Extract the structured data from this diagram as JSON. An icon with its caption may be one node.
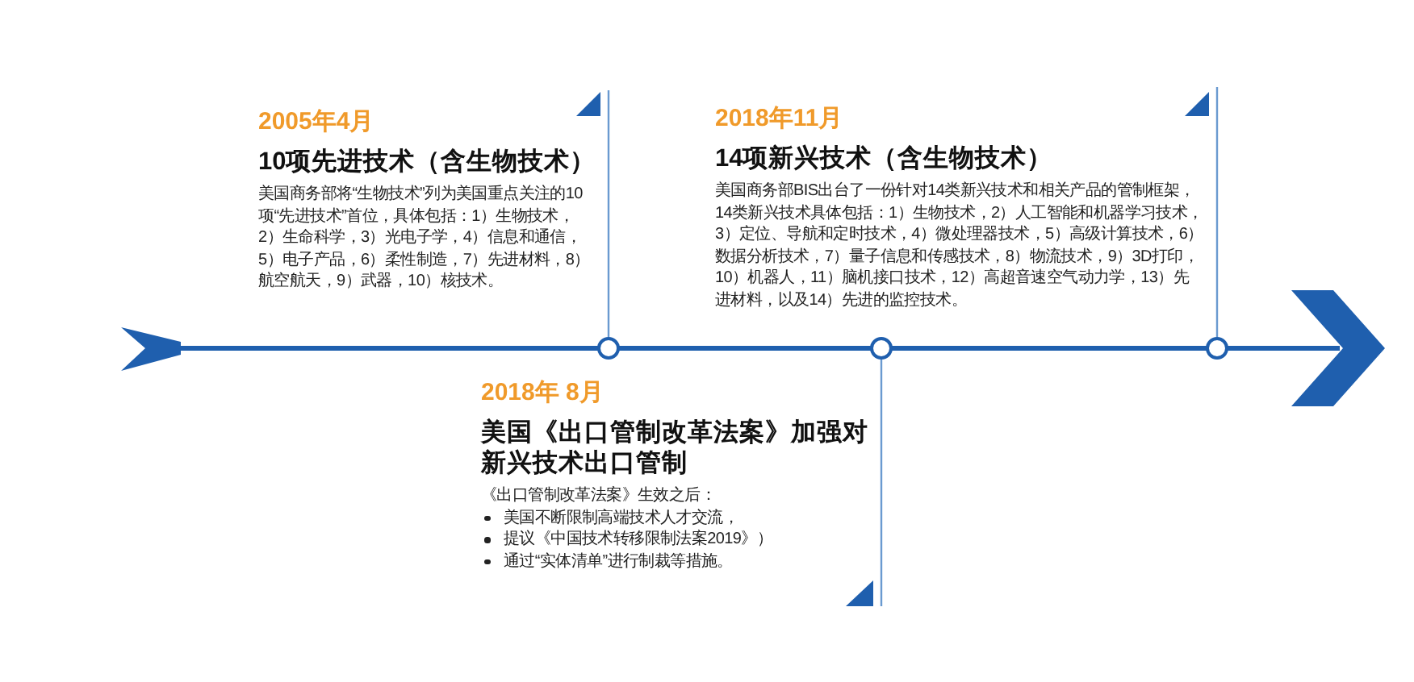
{
  "diagram": {
    "nodes": [
      {
        "text": [
          "2005年4月",
          "10项先进技术（含生物技术）",
          "美国商务部将“生物技术”列为美国重点关注的10项“先进技术”首位，具体包括：1）生物技术，2）生命科学，3）光电子学，4）信息和通信，5）电子产品，6）柔性制造，7）先进材料，8）航空航天，9）武器，10）核技术。"
        ]
      },
      {
        "text": [
          "2018年11月",
          "14项新兴技术（含生物技术）",
          "美国商务部BIS出台了一份针对14类新兴技术和相关产品的管制框架，14类新兴技术具体包括：1）生物技术，2）人工智能和机器学习技术，3）定位、导航和定时技术，4）微处理器技术，5）高级计算技术，6）数据分析技术，7）量子信息和传感技术，8）物流技术，9）3D打印，10）机器人，11）脑机接口技术，12）高超音速空气动力学，13）先进材料，以及14）先进的监控技术。"
        ]
      },
      {
        "text": [
          "2018年 8月",
          "美国《出口管制改革法案》加强对新兴技术出口管制",
          "《出口管制改革法案》生效之后：",
          "美国不断限制高端技术人才交流，",
          "提议《中国技术转移限制法案2019》）",
          "通过“实体清单”进行制裁等措施。"
        ]
      },
      {
        "text": [],
        "shape": "circle"
      },
      {
        "text": [],
        "shape": "circle"
      },
      {
        "text": [],
        "shape": "circle"
      }
    ],
    "edges": [
      {
        "from": 0,
        "to": 3,
        "arrow": "none"
      },
      {
        "from": 2,
        "to": 4,
        "arrow": "none"
      },
      {
        "from": 1,
        "to": 5,
        "arrow": "none"
      }
    ]
  }
}
